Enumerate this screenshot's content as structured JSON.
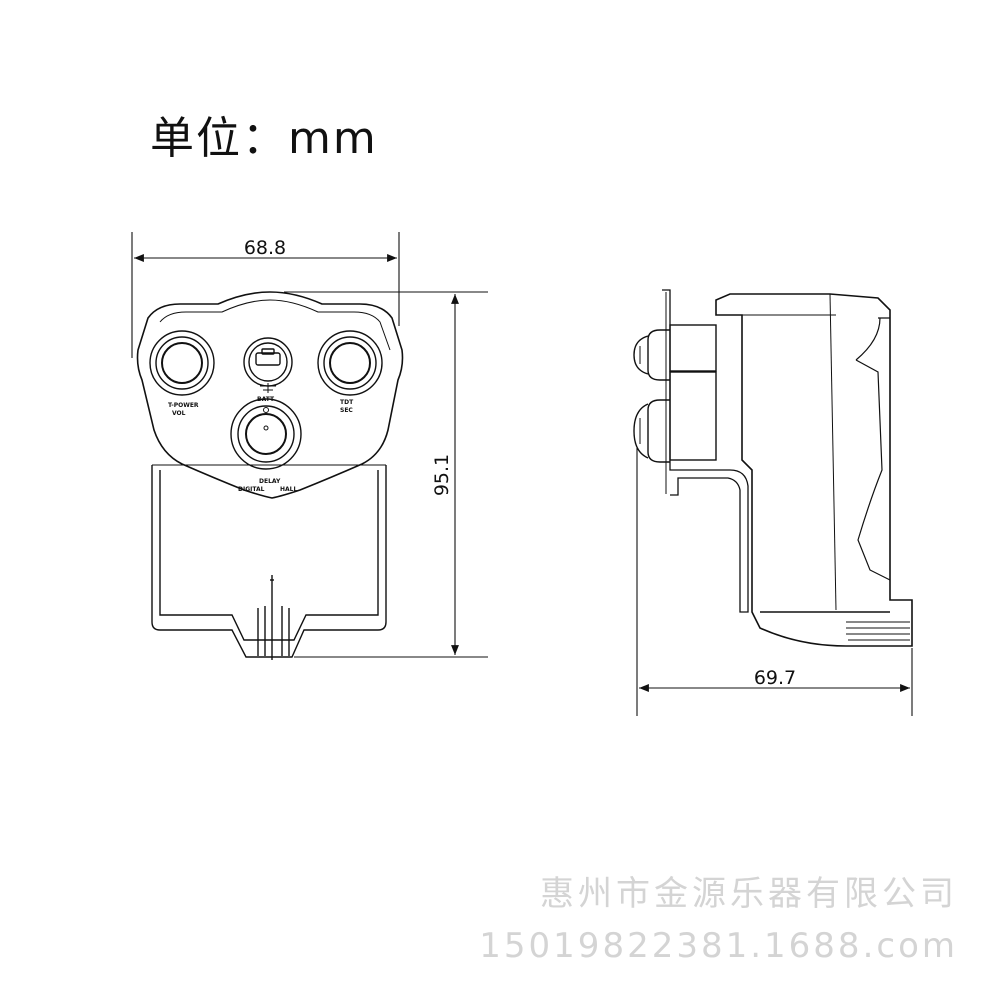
{
  "header": {
    "unit_label": "单位：mm"
  },
  "dimensions": {
    "front_width": "68.8",
    "front_height": "95.1",
    "side_depth": "69.7"
  },
  "panel_labels": {
    "power": "T-POWER",
    "vol": "VOL",
    "batt": "BATT",
    "tdt": "TDT",
    "sec": "SEC",
    "delay": "DELAY",
    "digital": "DIGITAL",
    "hall": "HALL"
  },
  "watermark": {
    "company": "惠州市金源乐器有限公司",
    "site": "15019822381.1688.com"
  },
  "colors": {
    "line": "#111111",
    "watermark": "#d4d4d4"
  }
}
